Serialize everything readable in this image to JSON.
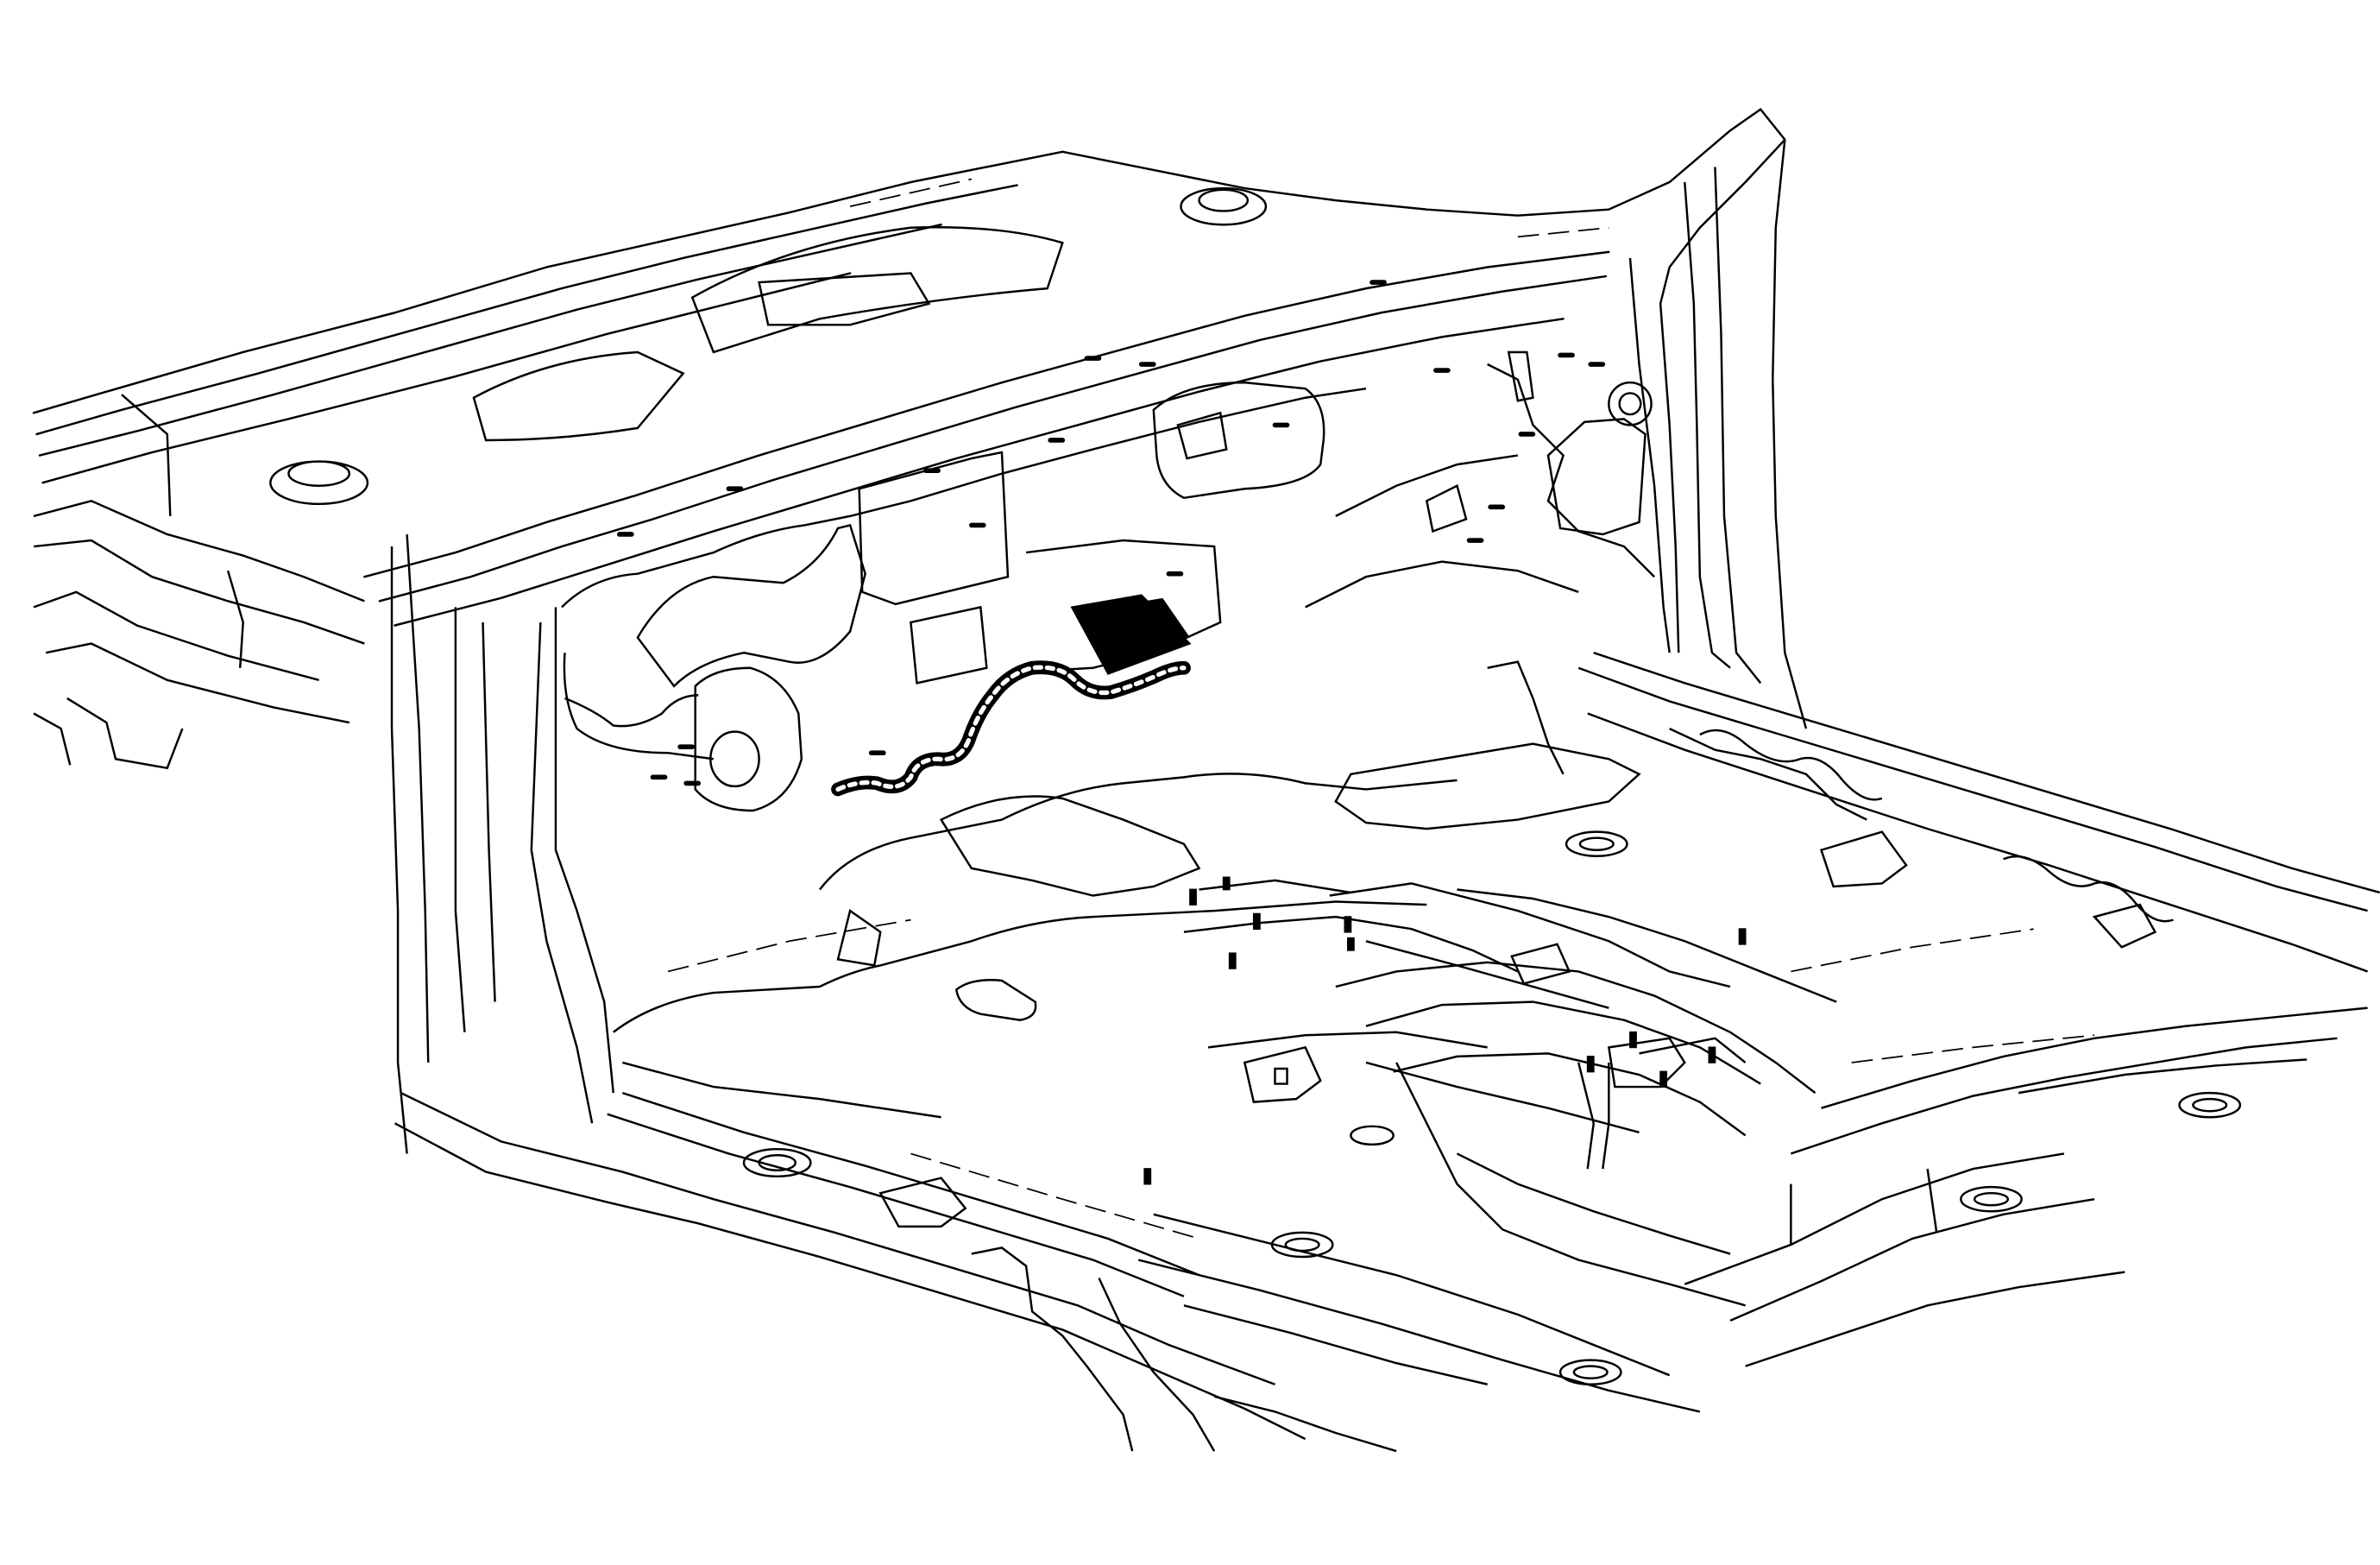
{
  "diagram": {
    "kind": "line-art",
    "subject": "vehicle-underbody-floor-pan",
    "callout": "arrow",
    "highlight": "sealer-bead",
    "colors": {
      "background": "#ffffff",
      "line": "#000000",
      "arrow": "#000000",
      "highlight": "#000000"
    }
  }
}
